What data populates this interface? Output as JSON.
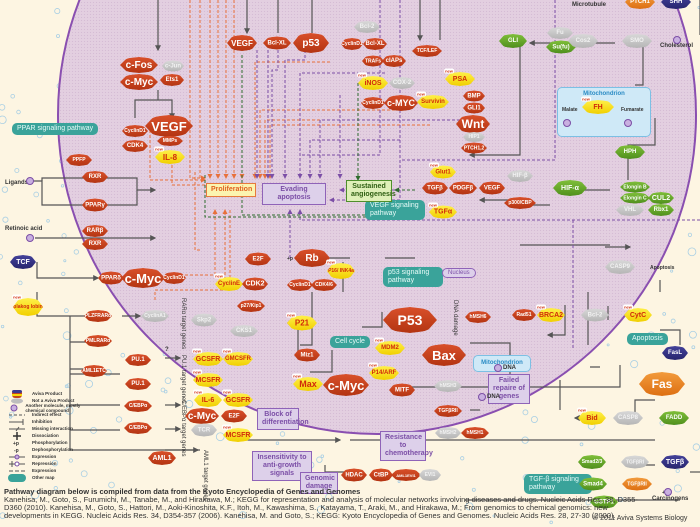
{
  "title": "Pathways in cancer (KEGG) — Aviva Systems Biology",
  "colors": {
    "product": "#c5461e",
    "new_product": "#f5d80a",
    "not_product": "#bdbdbd",
    "other_molecule": "#6fa83a",
    "cell_fill": "#e3cfe0",
    "cell_border": "#8a4fb0",
    "other_map": "#3aa39a",
    "background": "#fdf5e2"
  },
  "nodes": [
    {
      "id": "cfos",
      "label": "c-Fos",
      "type": "red"
    },
    {
      "id": "cjun",
      "label": "c-Jun",
      "type": "gry"
    },
    {
      "id": "cmyc1",
      "label": "c-Myc",
      "type": "red"
    },
    {
      "id": "ets1",
      "label": "Ets1",
      "type": "red"
    },
    {
      "id": "vegf1",
      "label": "VEGF",
      "type": "red"
    },
    {
      "id": "mmps",
      "label": "MMPs",
      "type": "red"
    },
    {
      "id": "cyclind1a",
      "label": "CyclinD1",
      "type": "red"
    },
    {
      "id": "cdk4",
      "label": "CDK4",
      "type": "red"
    },
    {
      "id": "il8",
      "label": "IL-8",
      "type": "yel",
      "new": true
    },
    {
      "id": "vegf2",
      "label": "VEGF",
      "type": "red"
    },
    {
      "id": "bclxl1",
      "label": "Bcl-XL",
      "type": "red"
    },
    {
      "id": "p53a",
      "label": "p53",
      "type": "red"
    },
    {
      "id": "bcl2a",
      "label": "Bcl-2",
      "type": "gry"
    },
    {
      "id": "cyclind1b",
      "label": "CyclinD1",
      "type": "red"
    },
    {
      "id": "bclxl2",
      "label": "Bcl-XL",
      "type": "red"
    },
    {
      "id": "trafs",
      "label": "TRAFs",
      "type": "red"
    },
    {
      "id": "ciaps",
      "label": "cIAPs",
      "type": "red"
    },
    {
      "id": "tcflef",
      "label": "TCF/LEF",
      "type": "red"
    },
    {
      "id": "inos",
      "label": "iNOS",
      "type": "yel",
      "new": true
    },
    {
      "id": "cox2",
      "label": "COX-2",
      "type": "gry"
    },
    {
      "id": "cyclind1c",
      "label": "CyclinD1",
      "type": "red"
    },
    {
      "id": "cmyc2",
      "label": "c-MYC",
      "type": "red"
    },
    {
      "id": "survivin",
      "label": "Survivin",
      "type": "yel",
      "new": true
    },
    {
      "id": "psa",
      "label": "PSA",
      "type": "yel",
      "new": true
    },
    {
      "id": "bmp",
      "label": "BMP",
      "type": "red"
    },
    {
      "id": "gli1",
      "label": "GLI1",
      "type": "red"
    },
    {
      "id": "wnt",
      "label": "Wnt",
      "type": "red"
    },
    {
      "id": "hip1",
      "label": "HIP1",
      "type": "gry"
    },
    {
      "id": "ptch12",
      "label": "PTCH1,2",
      "type": "red"
    },
    {
      "id": "glut1",
      "label": "Glut1",
      "type": "yel",
      "new": true
    },
    {
      "id": "tgfb",
      "label": "TGFβ",
      "type": "red"
    },
    {
      "id": "pdgfb",
      "label": "PDGFβ",
      "type": "red"
    },
    {
      "id": "vegf3",
      "label": "VEGF",
      "type": "red"
    },
    {
      "id": "tgfa",
      "label": "TGFα",
      "type": "yel",
      "new": true
    },
    {
      "id": "hifb",
      "label": "HIF-β",
      "type": "gry"
    },
    {
      "id": "p300",
      "label": "p300/CBP",
      "type": "red"
    },
    {
      "id": "gli",
      "label": "GLI",
      "type": "grn"
    },
    {
      "id": "fu",
      "label": "Fu",
      "type": "gry"
    },
    {
      "id": "sufu",
      "label": "Su(fu)",
      "type": "grn"
    },
    {
      "id": "cos2",
      "label": "Cos2",
      "type": "gry"
    },
    {
      "id": "smo",
      "label": "SMO",
      "type": "gry"
    },
    {
      "id": "ptch1",
      "label": "PTCH1",
      "type": "org"
    },
    {
      "id": "shh",
      "label": "SHH",
      "type": "nav"
    },
    {
      "id": "fh",
      "label": "FH",
      "type": "yel",
      "new": true
    },
    {
      "id": "hph",
      "label": "HPH",
      "type": "grn"
    },
    {
      "id": "hifa",
      "label": "HIF-α",
      "type": "grn"
    },
    {
      "id": "elonginb",
      "label": "Elongin B",
      "type": "grn"
    },
    {
      "id": "elonginc",
      "label": "Elongin C",
      "type": "grn"
    },
    {
      "id": "cul2",
      "label": "CUL2",
      "type": "grn"
    },
    {
      "id": "vhl",
      "label": "VHL",
      "type": "gry"
    },
    {
      "id": "rbx1",
      "label": "Rbx1",
      "type": "grn"
    },
    {
      "id": "ppfp",
      "label": "PPFP",
      "type": "red"
    },
    {
      "id": "rxr1",
      "label": "RXR",
      "type": "red"
    },
    {
      "id": "pparg",
      "label": "PPARγ",
      "type": "red"
    },
    {
      "id": "rarb",
      "label": "RARβ",
      "type": "red"
    },
    {
      "id": "rxr2",
      "label": "RXR",
      "type": "red"
    },
    {
      "id": "tcf",
      "label": "TCF",
      "type": "nav"
    },
    {
      "id": "plakoglobin",
      "label": "plakog lobin",
      "type": "yel",
      "new": true
    },
    {
      "id": "ppard",
      "label": "PPARδ",
      "type": "red"
    },
    {
      "id": "cmyc3",
      "label": "c-Myc",
      "type": "red"
    },
    {
      "id": "cyclind1d",
      "label": "CyclinD1",
      "type": "red"
    },
    {
      "id": "e2f1",
      "label": "E2F",
      "type": "red"
    },
    {
      "id": "rb",
      "label": "Rb",
      "type": "red"
    },
    {
      "id": "p16",
      "label": "P16/ INK4a",
      "type": "yel",
      "new": true
    },
    {
      "id": "cycline",
      "label": "CyclinE",
      "type": "yel",
      "new": true
    },
    {
      "id": "cdk2",
      "label": "CDK2",
      "type": "red"
    },
    {
      "id": "cyclind1e",
      "label": "CyclinD1",
      "type": "red"
    },
    {
      "id": "cdk46",
      "label": "CDK4/6",
      "type": "red"
    },
    {
      "id": "p27",
      "label": "p27/Kip1",
      "type": "red"
    },
    {
      "id": "plzfrara",
      "label": "PLZFRARα",
      "type": "red"
    },
    {
      "id": "cyclina1",
      "label": "CyclinA1",
      "type": "gry"
    },
    {
      "id": "skp2",
      "label": "Skp2",
      "type": "gry"
    },
    {
      "id": "cks1",
      "label": "CKS1",
      "type": "gry"
    },
    {
      "id": "p15",
      "label": "p15INK4b",
      "type": "red"
    },
    {
      "id": "p21",
      "label": "P21",
      "type": "yel",
      "new": true
    },
    {
      "id": "p53b",
      "label": "P53",
      "type": "red"
    },
    {
      "id": "hmsh6",
      "label": "hMSH6",
      "type": "red"
    },
    {
      "id": "rad51",
      "label": "Rad51",
      "type": "red"
    },
    {
      "id": "brca2",
      "label": "BRCA2",
      "type": "yel",
      "new": true
    },
    {
      "id": "bcl2b",
      "label": "Bcl-2",
      "type": "gry"
    },
    {
      "id": "cytc",
      "label": "CytC",
      "type": "yel",
      "new": true
    },
    {
      "id": "casp9",
      "label": "CASP9",
      "type": "gry"
    },
    {
      "id": "pmlrara",
      "label": "PMLRARα",
      "type": "red"
    },
    {
      "id": "aml1etc",
      "label": "AML1ETC",
      "type": "red"
    },
    {
      "id": "pu1a",
      "label": "PU.1",
      "type": "red"
    },
    {
      "id": "pu1b",
      "label": "PU.1",
      "type": "red"
    },
    {
      "id": "cebpa1",
      "label": "C/EBPα",
      "type": "red"
    },
    {
      "id": "cebpa2",
      "label": "C/EBPα",
      "type": "red"
    },
    {
      "id": "aml1",
      "label": "AML1",
      "type": "red"
    },
    {
      "id": "gcsfr1",
      "label": "GCSFR",
      "type": "yel",
      "new": true
    },
    {
      "id": "gmcsfr",
      "label": "GMCSFR",
      "type": "yel",
      "new": true
    },
    {
      "id": "mcsfr1",
      "label": "MCSFR",
      "type": "yel",
      "new": true
    },
    {
      "id": "il6",
      "label": "IL-6",
      "type": "yel",
      "new": true
    },
    {
      "id": "gcsfr2",
      "label": "GCSFR",
      "type": "yel",
      "new": true
    },
    {
      "id": "cmyc4",
      "label": "c-Myc",
      "type": "red"
    },
    {
      "id": "e2f2",
      "label": "E2F",
      "type": "red"
    },
    {
      "id": "tcr",
      "label": "TCR",
      "type": "gry"
    },
    {
      "id": "mcsfr2",
      "label": "MCSFR",
      "type": "yel",
      "new": true
    },
    {
      "id": "miz1",
      "label": "Miz1",
      "type": "red"
    },
    {
      "id": "max",
      "label": "Max",
      "type": "yel",
      "new": true
    },
    {
      "id": "cmyc5",
      "label": "c-Myc",
      "type": "red"
    },
    {
      "id": "mdm2",
      "label": "MDM2",
      "type": "yel",
      "new": true
    },
    {
      "id": "p14",
      "label": "P14/ARF",
      "type": "yel",
      "new": true
    },
    {
      "id": "mitf",
      "label": "MITF",
      "type": "red"
    },
    {
      "id": "bax",
      "label": "Bax",
      "type": "red"
    },
    {
      "id": "hmsh3",
      "label": "hMSH3",
      "type": "gry"
    },
    {
      "id": "tgfbrii1",
      "label": "TGFβRII",
      "type": "red"
    },
    {
      "id": "hmsh2",
      "label": "hMSH2",
      "type": "gry"
    },
    {
      "id": "hmsh1",
      "label": "hMSH1",
      "type": "red"
    },
    {
      "id": "hdac",
      "label": "HDAC",
      "type": "red"
    },
    {
      "id": "ctbp",
      "label": "CtBP",
      "type": "red"
    },
    {
      "id": "aml1evi1",
      "label": "AML1EVI1",
      "type": "red"
    },
    {
      "id": "evi1",
      "label": "EVI1",
      "type": "gry"
    },
    {
      "id": "fasl",
      "label": "FasL",
      "type": "nav"
    },
    {
      "id": "fas",
      "label": "Fas",
      "type": "org"
    },
    {
      "id": "fadd",
      "label": "FADD",
      "type": "grn"
    },
    {
      "id": "casp8",
      "label": "CASP8",
      "type": "gry"
    },
    {
      "id": "bid",
      "label": "Bid",
      "type": "yel",
      "new": true
    },
    {
      "id": "smad23",
      "label": "Smad2/3",
      "type": "grn"
    },
    {
      "id": "tgfbri",
      "label": "TGFβRI",
      "type": "gry"
    },
    {
      "id": "tgfb2",
      "label": "TGFβ",
      "type": "nav"
    },
    {
      "id": "smad4",
      "label": "Smad4",
      "type": "grn"
    },
    {
      "id": "tgfbrii2",
      "label": "TGFβRII",
      "type": "org"
    },
    {
      "id": "gstp1",
      "label": "GSTP1",
      "type": "grn"
    }
  ],
  "outcomes": {
    "proliferation": "Proliferation",
    "evading_apoptosis": "Evading apoptosis",
    "sustained_angiogenesis": "Sustained angiogenesis",
    "block_differentiation": "Block of differentiation",
    "resistance_chemo": "Resistance to chemotherapy",
    "insensitivity": "Insensitivity to anti-growth signals",
    "genomic_damage": "Genomic damage",
    "failed_repair": "Failed repaire of genes"
  },
  "maps": {
    "ppar": "PPAR signaling pathway",
    "vegf": "VEGF signaling pathway",
    "p53": "p53 signaling pathway",
    "cellcycle": "Cell cycle",
    "apoptosis": "Apoptosis",
    "tgfb": "TGF-β signaling pathway"
  },
  "labels": {
    "microtubule": "Microtubule",
    "cholesterol": "Cholesterol",
    "mitochondrion": "Mitochondrion",
    "malate": "Malate",
    "fumarate": "Fumarate",
    "ligands": "Ligands",
    "retinoic_acid": "Retinoic acid",
    "nucleus": "Nucleus",
    "apoptosis_out": "Apoptosis",
    "dna1": "DNA",
    "dna2": "DNA",
    "dna_damage": "DNA damage",
    "carcinogens": "Carcinogens",
    "rara_targets": "RARα target genes",
    "pu1_targets": "PU.1 target genes",
    "cebpa_targets": "C/EBPα target genes",
    "aml1_targets": "AML1 target genes",
    "question": "?",
    "plus_p1": "+p",
    "plus_p2": "+p",
    "plus_p3": "+p"
  },
  "legend": [
    {
      "icon": "aviva-product-icon",
      "label": "Aviva Product"
    },
    {
      "icon": "not-product-icon",
      "label": "Not a Aviva Product"
    },
    {
      "icon": "chemical-compound-icon",
      "label": "Another molecule, mostly chemical compound"
    },
    {
      "icon": "indirect-effect-icon",
      "label": "Indirect effect"
    },
    {
      "icon": "inhibition-icon",
      "label": "Inhibition"
    },
    {
      "icon": "missing-interaction-icon",
      "label": "Missing interaction"
    },
    {
      "icon": "dissociation-icon",
      "label": "Dissociation"
    },
    {
      "icon": "phosphorylation-icon",
      "label": "Phosphorylation"
    },
    {
      "icon": "dephosphorylation-icon",
      "label": "Dephosphorylation"
    },
    {
      "icon": "expression-icon",
      "label": "Expression"
    },
    {
      "icon": "repression-icon",
      "label": "Repression"
    },
    {
      "icon": "expression-dashed-icon",
      "label": "Expression"
    },
    {
      "icon": "other-map-icon",
      "label": "Other map"
    }
  ],
  "citation": {
    "heading": "Pathway diagram below is compiled from data from the Kyoto Encyclopedia of Genes and Genomes",
    "body": "Kanehisa, M., Goto, S., Furumichi, M., Tanabe, M., and Hirakawa, M.; KEGG for representation and analysis of molecular networks involving diseases and drugs. Nucleic Acids Res. 38, D355-D360 (2010). Kanehisa, M., Goto, S., Hattori, M., Aoki-Kinoshita, K.F., Itoh, M., Kawashima, S., Katayama, T., Araki, M., and Hirakawa, M.; From genomics to chemical genomics: new developments in KEGG. Nucleic Acids Res. 34, D354-357 (2006). Kanehisa, M. and Goto, S.; KEGG: Kyoto Encyclopedia of Genes and Genomes. Nucleic Acids Res. 28, 27-30 (2000)."
  },
  "copyright": "© 2011 Aviva Systems Biology",
  "new_badge": "new"
}
